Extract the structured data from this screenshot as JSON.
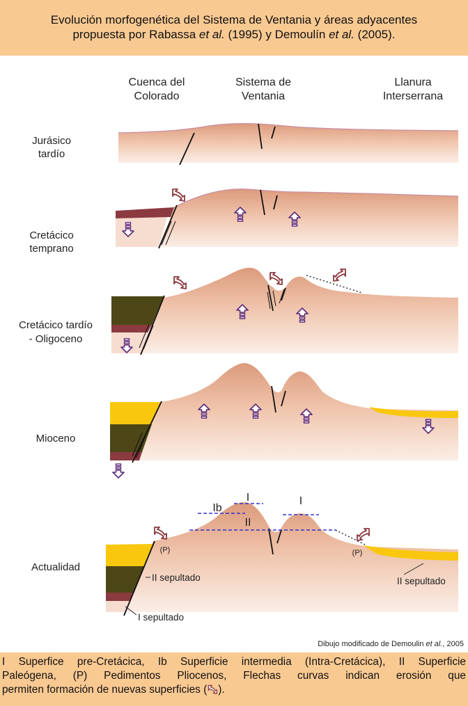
{
  "title": {
    "line1": "Evolución morfogenética del Sistema de Ventania y áreas adyacentes",
    "line2_pre": "propuesta por Rabassa ",
    "et_al": "et al.",
    "line2_mid": " (1995) y Demoulín ",
    "line2_post": " (2005)."
  },
  "columns": {
    "left": [
      "Cuenca del",
      "Colorado"
    ],
    "center": [
      "Sistema de",
      "Ventania"
    ],
    "right": [
      "Llanura",
      "Interserrana"
    ]
  },
  "stages": {
    "s1": [
      "Jurásico",
      "tardío"
    ],
    "s2": [
      "Cretácico",
      "temprano"
    ],
    "s3": [
      "Cretácico tardío",
      "- Oligoceno"
    ],
    "s4": "Mioceno",
    "s5": "Actualidad"
  },
  "surface_labels": {
    "I": "I",
    "Ib": "Ib",
    "II": "II",
    "P": "(P)",
    "II_sepultado": "II sepultado",
    "I_sepultado": "I sepultado"
  },
  "credit": {
    "pre": "Dibujo modificado de Demoulin ",
    "et_al": "et al.",
    "post": ", 2005"
  },
  "legend": {
    "line1": "I Superfice pre-Cretácica, Ib  Superficie intermedia (Intra-Cretácica), II Superficie",
    "line2": "Paleógena, (P) Pedimentos Pliocenos, Flechas curvas indican erosión que",
    "line3": "permiten formación de nuevas superficies (",
    "line3_end": ").",
    "erosion_icon": "curved-arrow-icon"
  },
  "colors": {
    "band": "#f9c992",
    "terrain": "#f0c8b0",
    "terrain_dark": "#d9977a",
    "sediment_red": "#8b3a40",
    "sediment_olive": "#4d4717",
    "sediment_yellow": "#f9c80e",
    "arrow": "#5c2a7a",
    "surface_line": "#3333cc"
  }
}
